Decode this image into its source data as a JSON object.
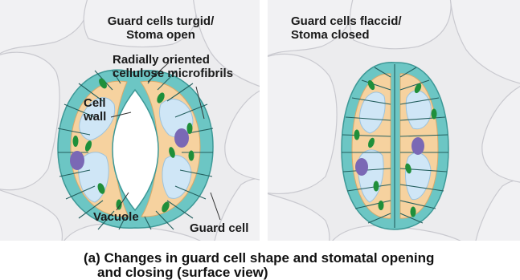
{
  "panels": {
    "open": {
      "title_line1": "Guard cells turgid/",
      "title_line2": "Stoma open"
    },
    "closed": {
      "title_line1": "Guard cells flaccid/",
      "title_line2": "Stoma closed"
    }
  },
  "labels": {
    "microfibrils_line1": "Radially oriented",
    "microfibrils_line2": "cellulose microfibrils",
    "cell_wall_line1": "Cell",
    "cell_wall_line2": "wall",
    "vacuole": "Vacuole",
    "guard_cell": "Guard cell"
  },
  "caption": {
    "line1": "(a) Changes in guard cell shape and stomatal opening",
    "line2": "and closing (surface view)"
  },
  "colors": {
    "background_cells": "#eeeeef",
    "cell_outline": "#cfcfd4",
    "guard_wall": "#6cc6c4",
    "cytoplasm": "#f6d29f",
    "vacuole": "#cfe6f6",
    "chloroplast": "#1f8f3a",
    "nucleus": "#7a68b5"
  }
}
